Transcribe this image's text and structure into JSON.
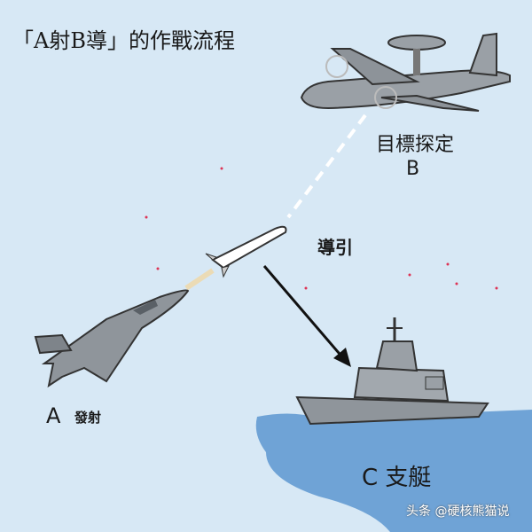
{
  "title": "「A射B導」的作戰流程",
  "labels": {
    "target_lock": "目標探定",
    "b": "B",
    "guidance": "導引",
    "a": "A",
    "launch": "發射",
    "c": "C 支艇"
  },
  "watermark": "头条 @硬核熊猫说",
  "colors": {
    "background": "#d7e8f5",
    "sea": "#6fa3d6",
    "aircraft": "#8f959b"
  }
}
